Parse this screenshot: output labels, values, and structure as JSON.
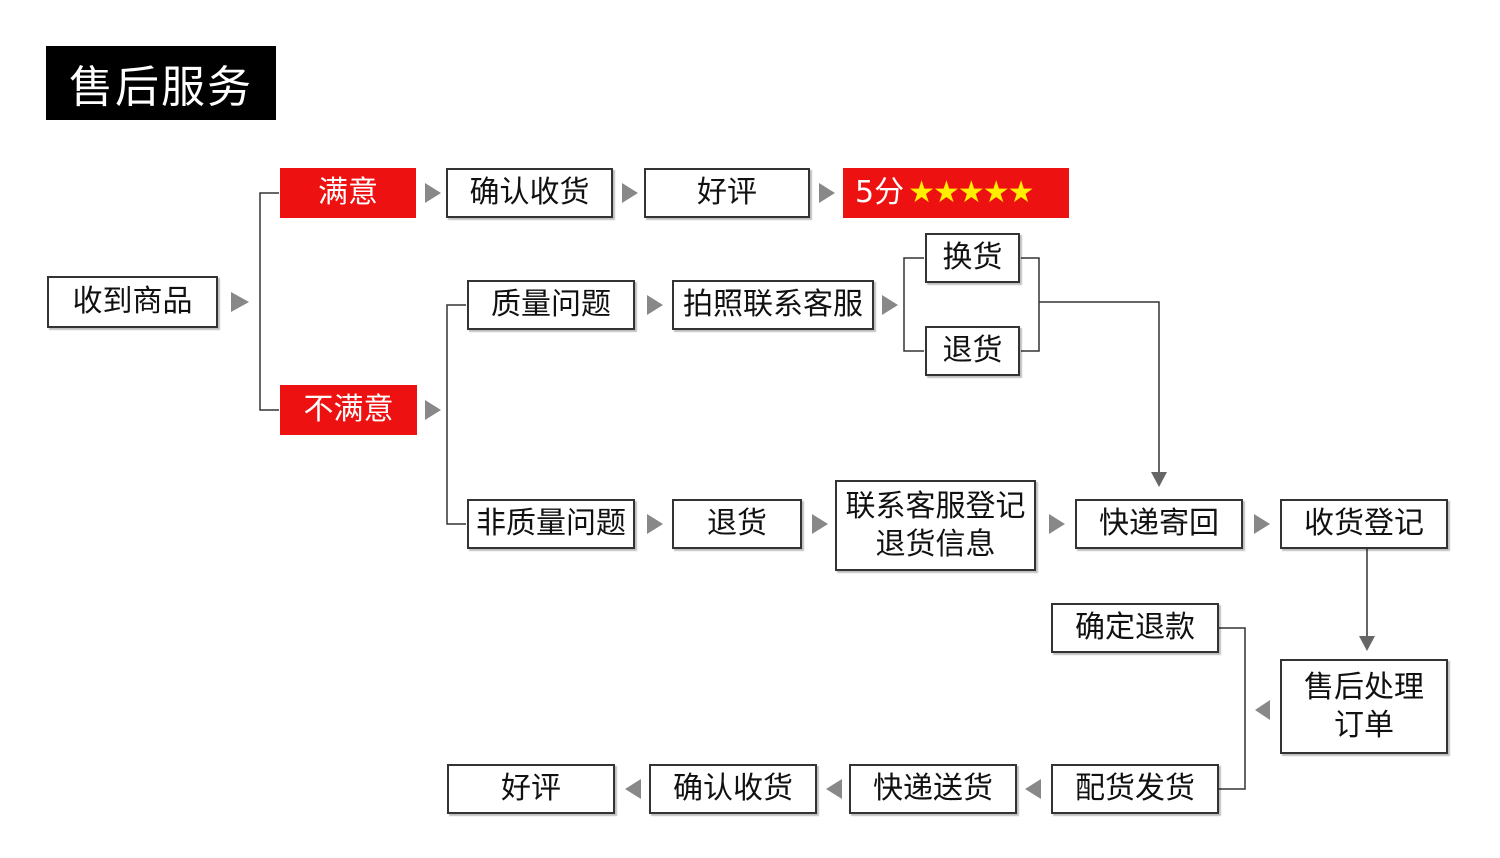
{
  "title": "售后服务",
  "colors": {
    "accent": "#ee1111",
    "stars": "#ffee00",
    "title_bg": "#000000"
  },
  "nodes": {
    "received": "收到商品",
    "satisfied": "满意",
    "confirm_receipt_top": "确认收货",
    "good_review_top": "好评",
    "score": "5分",
    "stars": "★★★★★",
    "unsatisfied": "不满意",
    "quality_issue": "质量问题",
    "photo_contact": "拍照联系客服",
    "exchange": "换货",
    "return_quality": "退货",
    "non_quality_issue": "非质量问题",
    "return_non_quality": "退货",
    "contact_register_line1": "联系客服登记",
    "contact_register_line2": "退货信息",
    "express_return": "快递寄回",
    "receipt_register": "收货登记",
    "after_sales_line1": "售后处理",
    "after_sales_line2": "订单",
    "confirm_refund": "确定退款",
    "pick_ship": "配货发货",
    "express_delivery": "快递送货",
    "confirm_receipt_bottom": "确认收货",
    "good_review_bottom": "好评"
  }
}
